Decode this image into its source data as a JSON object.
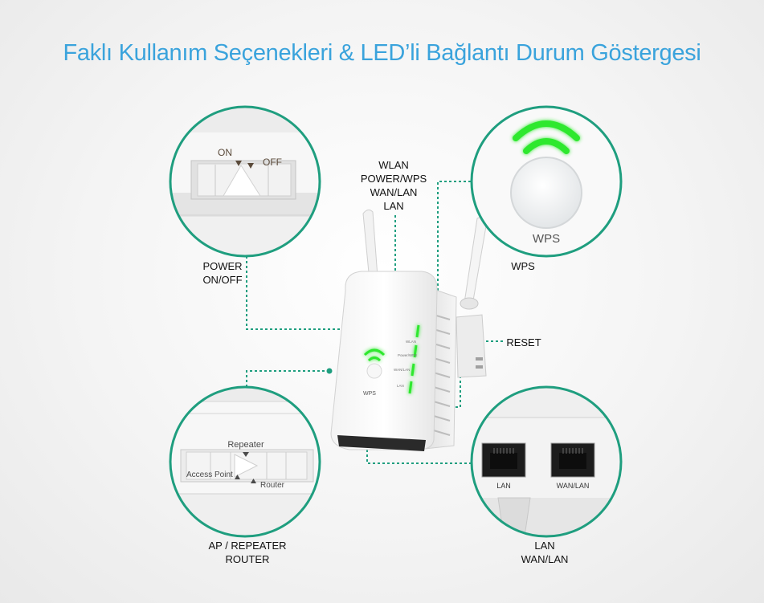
{
  "title": "Faklı Kullanım Seçenekleri & LED’li Bağlantı Durum Göstergesi",
  "callouts": {
    "led_list": "WLAN\nPOWER/WPS\nWAN/LAN\nLAN",
    "power": "POWER\nON/OFF",
    "wps": "WPS",
    "reset": "RESET",
    "mode": "AP / REPEATER\nROUTER",
    "ports": "LAN\nWAN/LAN"
  },
  "zoom_power": {
    "on": "ON",
    "off": "OFF"
  },
  "zoom_wps": {
    "button": "WPS"
  },
  "zoom_mode": {
    "repeater": "Repeater",
    "access_point": "Access Point",
    "router": "Router"
  },
  "zoom_ports": {
    "lan": "LAN",
    "wan_lan": "WAN/LAN"
  },
  "device": {
    "led_labels": [
      "WLAN",
      "Power/WPS",
      "WAN/LAN",
      "LAN"
    ],
    "wps_label": "WPS"
  },
  "colors": {
    "title": "#3aa3dc",
    "ring": "#1f9e7f",
    "led": "#2ee82e",
    "connector": "#1f9e7f"
  }
}
